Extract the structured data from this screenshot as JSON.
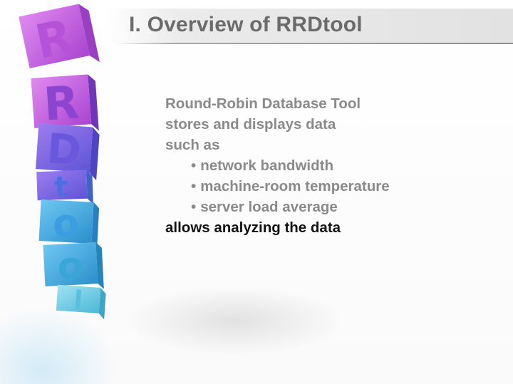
{
  "slide": {
    "title": "I. Overview of RRDtool",
    "body": {
      "lines": [
        "Round-Robin Database Tool",
        "stores and displays data",
        "such as"
      ],
      "bullets": [
        "network bandwidth",
        "machine-room temperature",
        "server load average"
      ],
      "bullet_marker": "•",
      "emphasis": "allows analyzing the data"
    },
    "logo": {
      "letters": [
        "R",
        "R",
        "D",
        "t",
        "o",
        "o",
        "l"
      ],
      "colors": {
        "top": "#c05ad8",
        "middle": "#7f63e0",
        "bottom": "#3aa6d8"
      }
    },
    "colors": {
      "title": "#6b6b6b",
      "body": "#8a8a8a",
      "emphasis": "#111111"
    }
  }
}
